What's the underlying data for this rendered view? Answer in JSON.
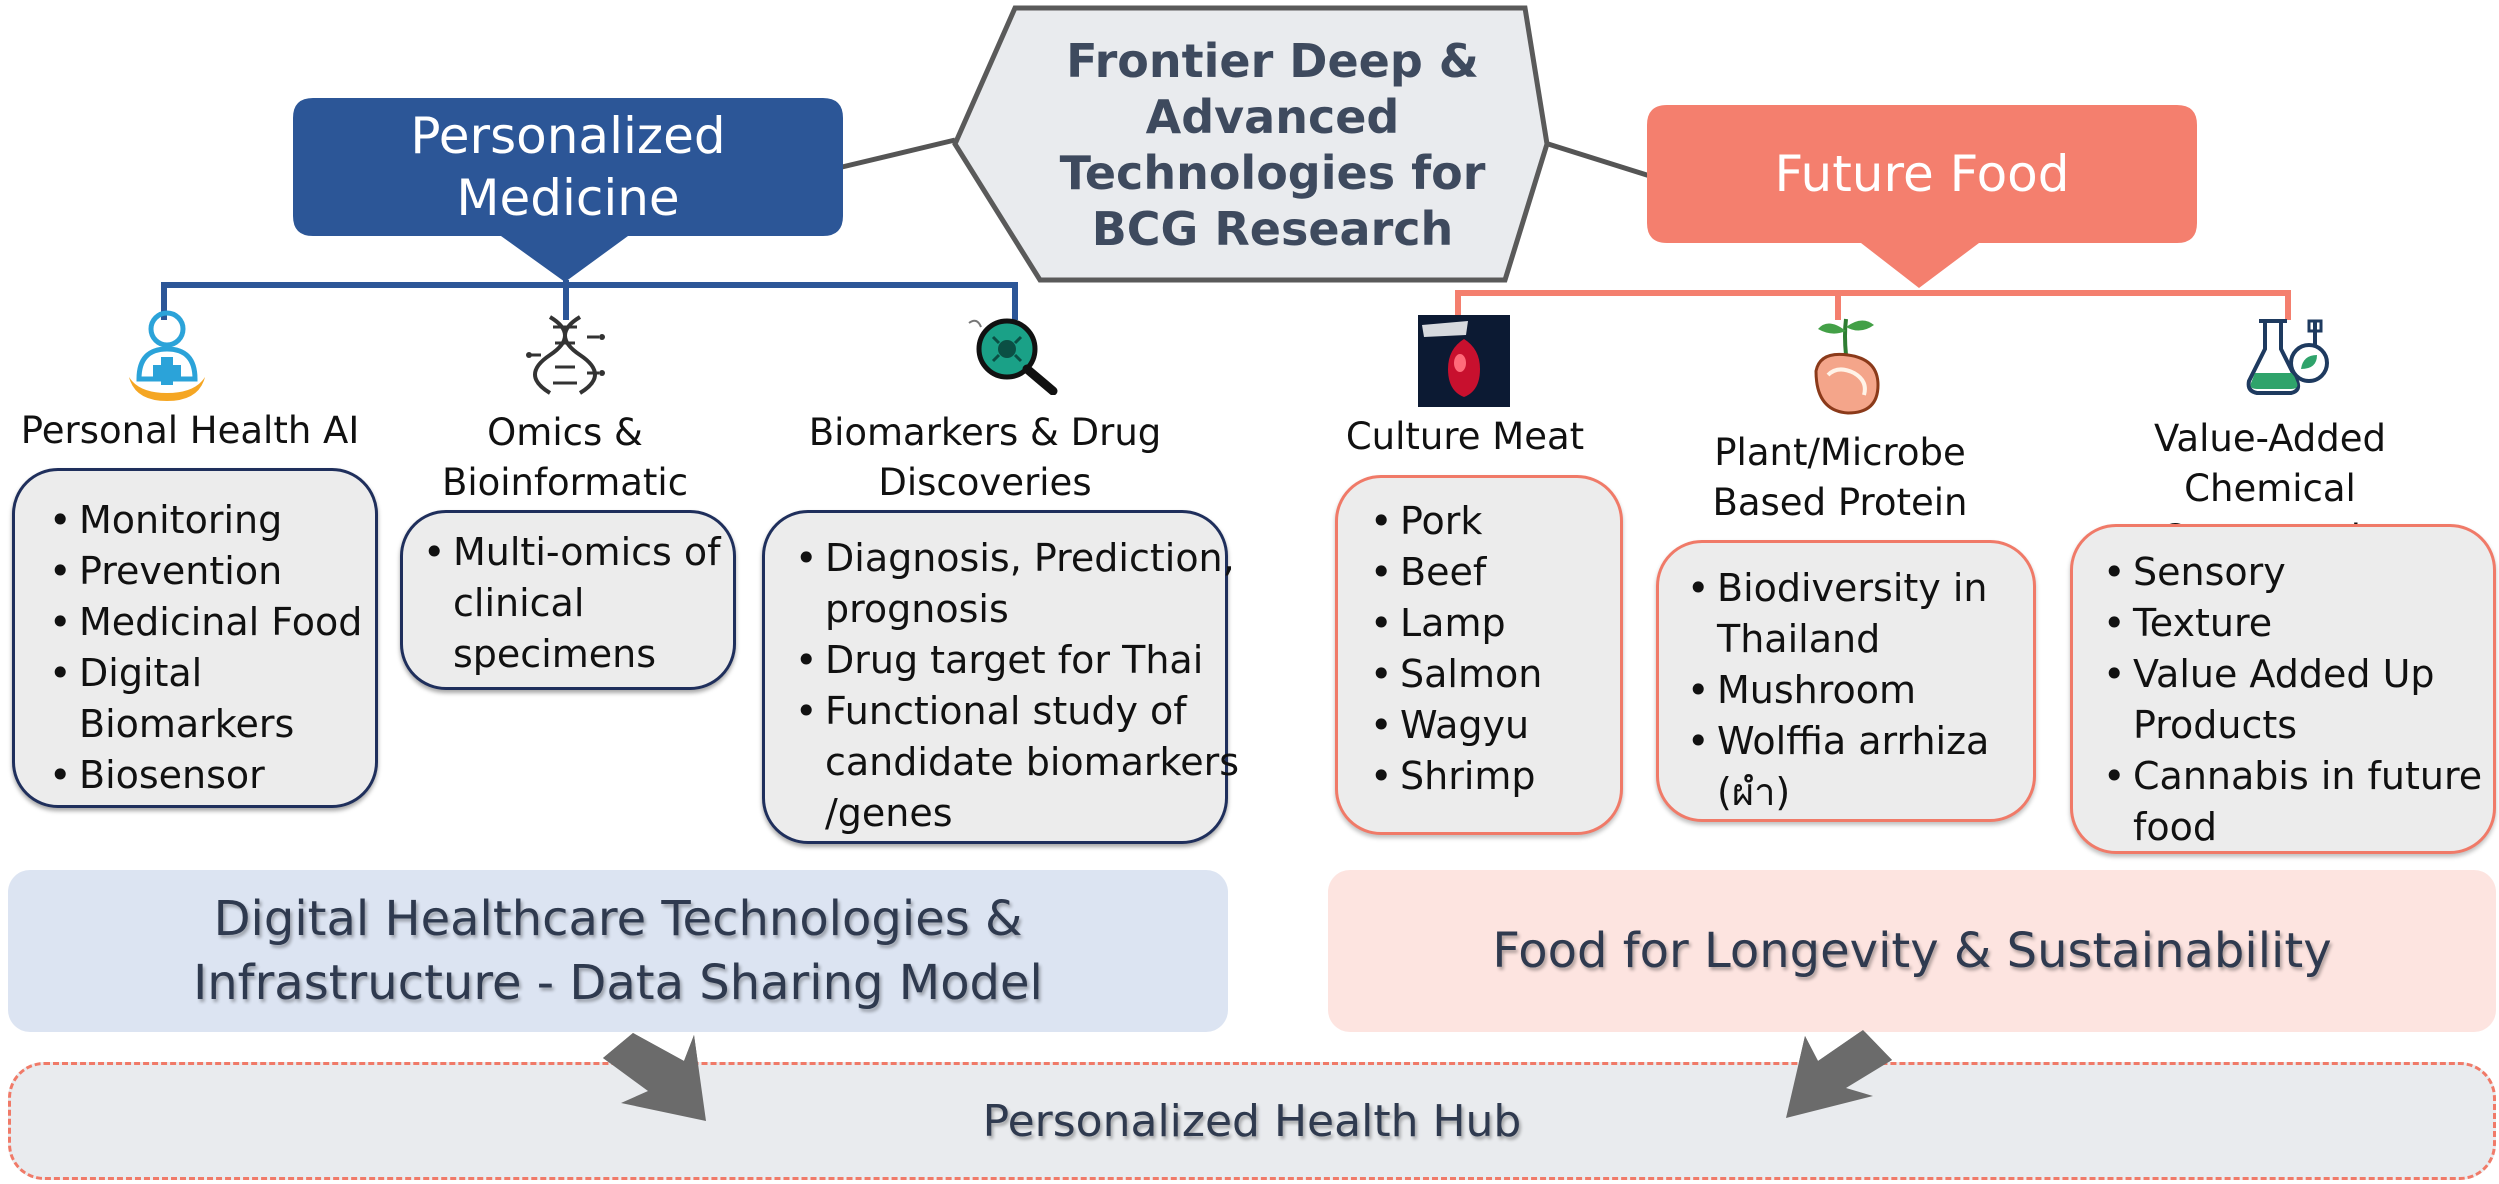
{
  "center": {
    "title": "Frontier Deep & Advanced Technologies for BCG Research"
  },
  "categories": {
    "medicine": {
      "title": "Personalized Medicine",
      "color": "#2c5697"
    },
    "food": {
      "title": "Future Food",
      "color": "#f47f6e"
    }
  },
  "medicine_columns": [
    {
      "title": "Personal Health AI",
      "icon": "health-person-icon",
      "items": [
        "Monitoring",
        "Prevention",
        "Medicinal Food",
        "Digital Biomarkers",
        "Biosensor"
      ]
    },
    {
      "title": "Omics & Bioinformatic",
      "icon": "dna-icon",
      "items": [
        "Multi-omics of clinical specimens"
      ]
    },
    {
      "title": "Biomarkers & Drug Discoveries",
      "icon": "magnifier-virus-icon",
      "items": [
        "Diagnosis, Prediction, prognosis",
        "Drug target for Thai",
        "Functional study of candidate biomarkers /genes"
      ]
    }
  ],
  "food_columns": [
    {
      "title": "Culture Meat",
      "icon": "meat-culture-icon",
      "items": [
        "Pork",
        "Beef",
        "Lamp",
        "Salmon",
        "Wagyu",
        "Shrimp"
      ]
    },
    {
      "title": "Plant/Microbe Based Protein",
      "icon": "plant-protein-icon",
      "items": [
        "Biodiversity in Thailand",
        "Mushroom",
        "Wolffia arrhiza (ผำ)"
      ]
    },
    {
      "title": "Value-Added Chemical Compounds",
      "icon": "chemistry-leaf-icon",
      "items": [
        "Sensory",
        "Texture",
        "Value Added Up Products",
        "Cannabis in future food"
      ]
    }
  ],
  "bands": {
    "left": "Digital Healthcare Technologies & Infrastructure - Data Sharing Model",
    "right": "Food for Longevity & Sustainability"
  },
  "hub": "Personalized Health Hub",
  "colors": {
    "navy": "#2c5697",
    "salmon": "#f47f6e",
    "light_blue": "#dce4f2",
    "light_pink": "#fde4e0",
    "gray_card": "#ececec"
  }
}
